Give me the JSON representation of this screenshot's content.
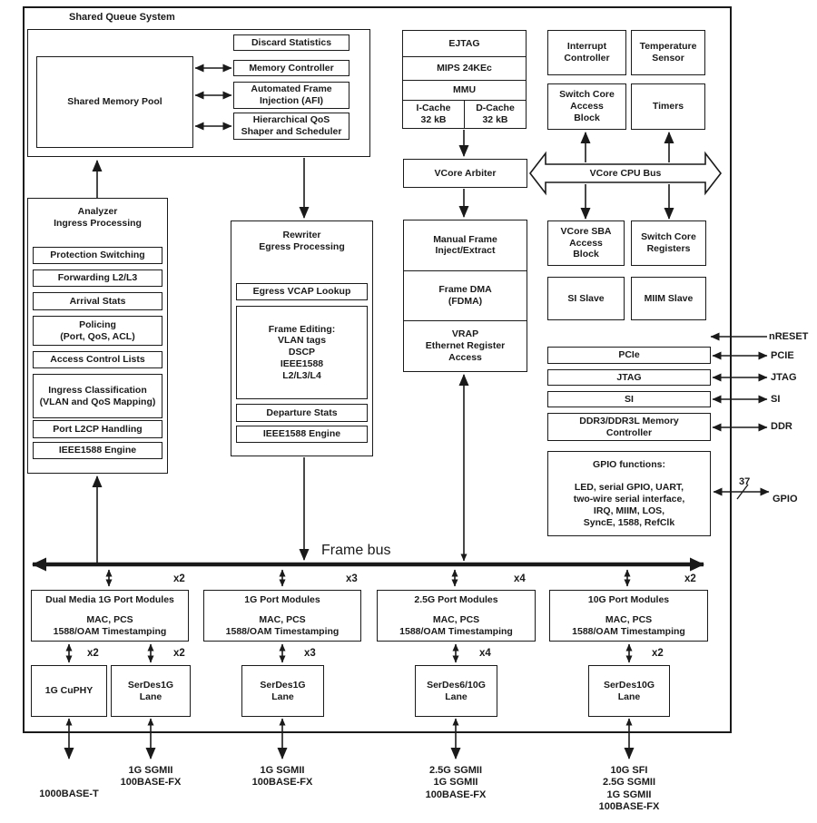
{
  "sqs": {
    "label": "Shared Queue System",
    "shared_memory_pool": "Shared Memory Pool",
    "discard_statistics": "Discard Statistics",
    "memory_controller": "Memory Controller",
    "afi": "Automated Frame\nInjection (AFI)",
    "hqos": "Hierarchical QoS\nShaper and Scheduler"
  },
  "cpu": {
    "ejtag": "EJTAG",
    "mips": "MIPS 24KEc",
    "mmu": "MMU",
    "icache": "I-Cache\n32 kB",
    "dcache": "D-Cache\n32 kB"
  },
  "top_right": {
    "interrupt_controller": "Interrupt\nController",
    "temperature_sensor": "Temperature\nSensor",
    "switch_core_access_block": "Switch Core\nAccess\nBlock",
    "timers": "Timers"
  },
  "vcore": {
    "arbiter": "VCore Arbiter",
    "cpu_bus": "VCore CPU Bus",
    "sba": "VCore SBA\nAccess\nBlock",
    "switch_core_registers": "Switch Core\nRegisters",
    "si_slave": "SI Slave",
    "miim_slave": "MIIM Slave"
  },
  "frame_engine": {
    "manual_frame": "Manual Frame\nInject/Extract",
    "fdma": "Frame DMA\n(FDMA)",
    "vrap": "VRAP\nEthernet Register\nAccess"
  },
  "analyzer": {
    "title": "Analyzer\nIngress Processing",
    "blocks": [
      "Protection Switching",
      "Forwarding L2/L3",
      "Arrival Stats",
      "Policing\n(Port, QoS, ACL)",
      "Access Control Lists",
      "Ingress Classification\n(VLAN and QoS Mapping)",
      "Port L2CP Handling",
      "IEEE1588 Engine"
    ]
  },
  "rewriter": {
    "title": "Rewriter\nEgress Processing",
    "egress_vcap": "Egress VCAP Lookup",
    "frame_editing": "Frame Editing:\nVLAN tags\nDSCP\nIEEE1588\nL2/L3/L4",
    "departure_stats": "Departure Stats",
    "ieee1588_engine": "IEEE1588 Engine"
  },
  "io_blocks": {
    "pcie": "PCIe",
    "jtag": "JTAG",
    "si": "SI",
    "ddr": "DDR3/DDR3L Memory\nController",
    "gpio": "GPIO functions:\n\nLED, serial GPIO, UART,\ntwo-wire serial interface,\nIRQ, MIIM, LOS,\nSyncE, 1588, RefClk"
  },
  "pins": {
    "nreset": "nRESET",
    "pcie": "PCIE",
    "jtag": "JTAG",
    "si": "SI",
    "ddr": "DDR",
    "gpio": "GPIO",
    "gpio_count": "37"
  },
  "frame_bus": {
    "label": "Frame bus"
  },
  "port_modules": [
    {
      "title": "Dual Media 1G Port Modules",
      "body": "MAC, PCS\n1588/OAM Timestamping",
      "mult": "x2"
    },
    {
      "title": "1G Port Modules",
      "body": "MAC, PCS\n1588/OAM Timestamping",
      "mult": "x3"
    },
    {
      "title": "2.5G Port Modules",
      "body": "MAC, PCS\n1588/OAM Timestamping",
      "mult": "x4"
    },
    {
      "title": "10G Port Modules",
      "body": "MAC, PCS\n1588/OAM Timestamping",
      "mult": "x2"
    }
  ],
  "serdes": [
    {
      "label": "1G CuPHY",
      "mult": "x2"
    },
    {
      "label": "SerDes1G\nLane",
      "mult": "x2"
    },
    {
      "label": "SerDes1G\nLane",
      "mult": "x3"
    },
    {
      "label": "SerDes6/10G\nLane",
      "mult": "x4"
    },
    {
      "label": "SerDes10G\nLane",
      "mult": "x2"
    }
  ],
  "external_ports": [
    "1000BASE-T",
    "1G SGMII\n100BASE-FX",
    "1G SGMII\n100BASE-FX",
    "2.5G SGMII\n1G SGMII\n100BASE-FX",
    "10G SFI\n2.5G SGMII\n1G SGMII\n100BASE-FX"
  ],
  "colors": {
    "ink": "#1a1a1a",
    "background": "#ffffff"
  }
}
